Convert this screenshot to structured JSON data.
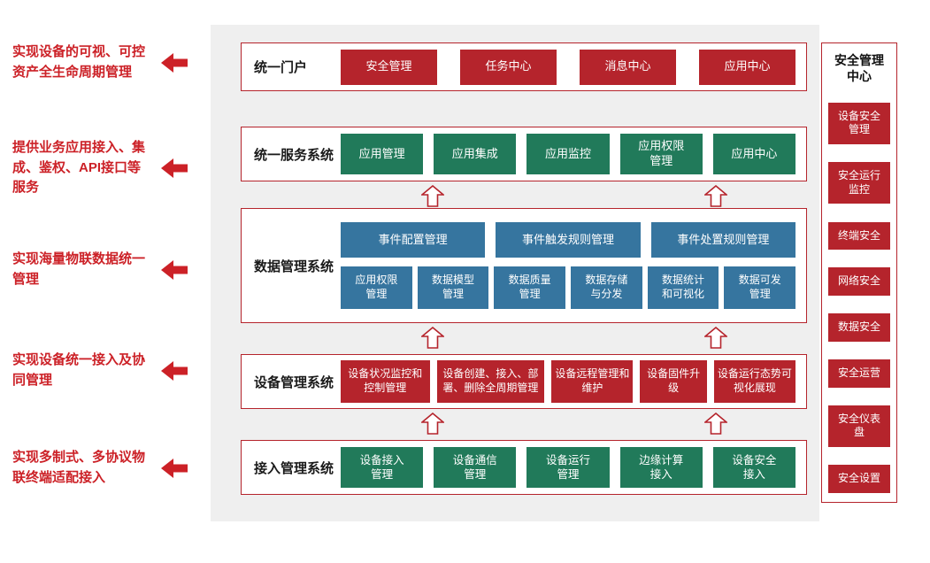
{
  "annotations": [
    "实现设备的可视、可控资产全生命周期管理",
    "提供业务应用接入、集成、鉴权、API接口等服务",
    "实现海量物联数据统一管理",
    "实现设备统一接入及协同管理",
    "实现多制式、多协议物联终端适配接入"
  ],
  "layers": [
    {
      "name": "统一门户",
      "items": [
        "安全管理",
        "任务中心",
        "消息中心",
        "应用中心"
      ]
    },
    {
      "name": "统一服务系统",
      "items": [
        "应用管理",
        "应用集成",
        "应用监控",
        "应用权限管理",
        "应用中心"
      ]
    },
    {
      "name": "数据管理系统",
      "rows": [
        [
          "事件配置管理",
          "事件触发规则管理",
          "事件处置规则管理"
        ],
        [
          "应用权限管理",
          "数据模型管理",
          "数据质量管理",
          "数据存储与分发",
          "数据统计和可视化",
          "数据可发管理"
        ]
      ]
    },
    {
      "name": "设备管理系统",
      "items": [
        "设备状况监控和控制管理",
        "设备创建、接入、部署、删除全周期管理",
        "设备远程管理和维护",
        "设备固件升级",
        "设备运行态势可视化展现"
      ]
    },
    {
      "name": "接入管理系统",
      "items": [
        "设备接入管理",
        "设备通信管理",
        "设备运行管理",
        "边缘计算接入",
        "设备安全接入"
      ]
    }
  ],
  "security_center": {
    "title": "安全管理中心",
    "items": [
      "设备安全管理",
      "安全运行监控",
      "终端安全",
      "网络安全",
      "数据安全",
      "安全运营",
      "安全仪表盘",
      "安全设置"
    ]
  },
  "icons": {
    "left_arrow": "left-arrow",
    "up_arrow": "up-arrow"
  },
  "colors": {
    "red": "#b5242c",
    "green": "#217a5a",
    "blue": "#36759f",
    "annotation": "#cc2127",
    "border": "#b5242c",
    "backdrop": "#efefef"
  }
}
